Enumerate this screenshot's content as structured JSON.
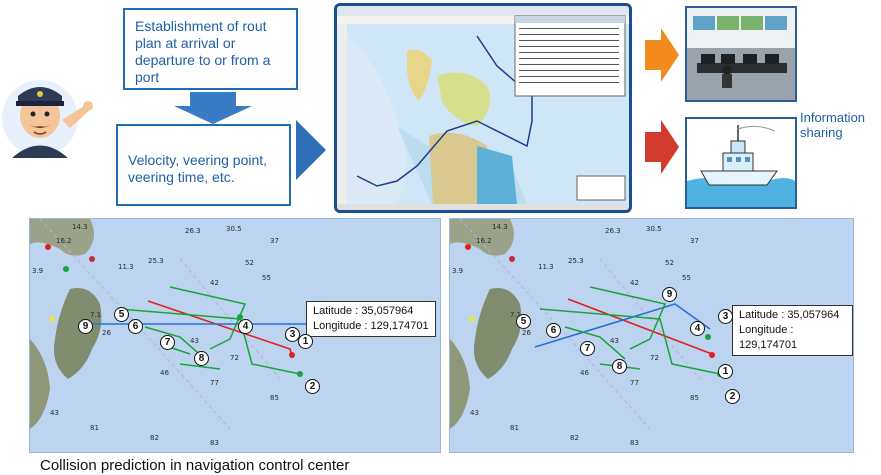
{
  "top": {
    "box1_text": "Establishment of rout plan at arrival or departure to or from a port",
    "box2_text": "Velocity, veering point, veering time, etc.",
    "info_label_line1": "Information",
    "info_label_line2": "sharing"
  },
  "left_chart": {
    "callout_lat": "Latitude : 35,057964",
    "callout_lon": "Longitude : 129,174701",
    "markers": [
      "1",
      "2",
      "3",
      "4",
      "5",
      "6",
      "7",
      "8",
      "9"
    ]
  },
  "right_chart": {
    "callout_lat": "Latitude : 35,057964",
    "callout_lon": "Longitude : 129,174701",
    "markers": [
      "1",
      "2",
      "3",
      "4",
      "5",
      "6",
      "7",
      "8",
      "9"
    ]
  },
  "caption": "Collision prediction in navigation control center",
  "colors": {
    "accent_blue": "#1f6fb5",
    "arrow_orange": "#f28a1e",
    "arrow_red": "#d43b2f",
    "route_red": "#e02020",
    "route_green": "#1aa33a",
    "route_blue": "#2a6fd8"
  }
}
